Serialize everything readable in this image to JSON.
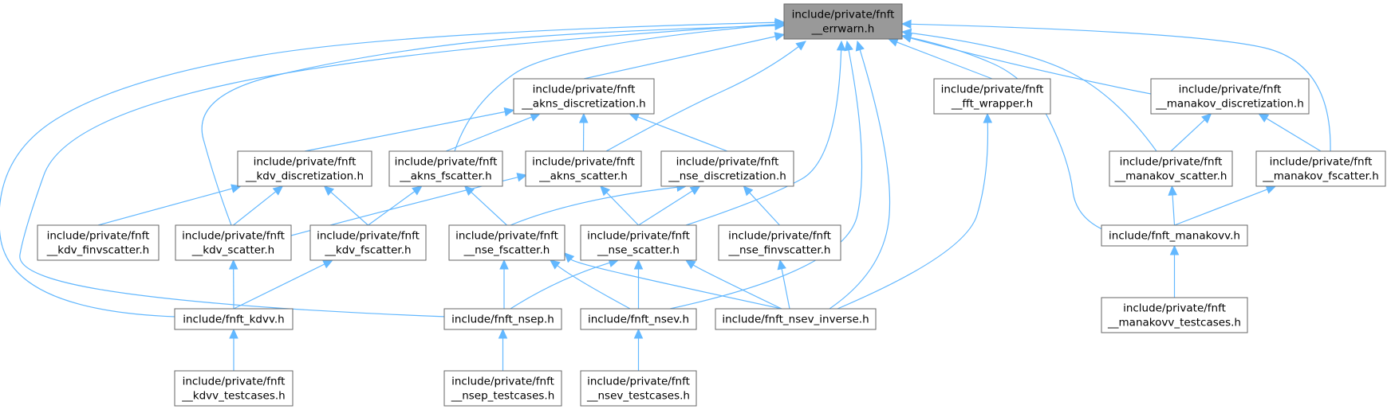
{
  "graph": {
    "colors": {
      "edge": "#63b8ff",
      "node_border": "#666666",
      "root_fill": "#999999",
      "node_fill": "#ffffff"
    },
    "nodes": [
      {
        "id": "errwarn",
        "lines": [
          "include/private/fnft",
          "__errwarn.h"
        ],
        "root": true
      },
      {
        "id": "akns_disc",
        "lines": [
          "include/private/fnft",
          "__akns_discretization.h"
        ]
      },
      {
        "id": "fft_wrapper",
        "lines": [
          "include/private/fnft",
          "__fft_wrapper.h"
        ]
      },
      {
        "id": "manakov_disc",
        "lines": [
          "include/private/fnft",
          "__manakov_discretization.h"
        ]
      },
      {
        "id": "kdv_disc",
        "lines": [
          "include/private/fnft",
          "__kdv_discretization.h"
        ]
      },
      {
        "id": "akns_fscatter",
        "lines": [
          "include/private/fnft",
          "__akns_fscatter.h"
        ]
      },
      {
        "id": "akns_scatter",
        "lines": [
          "include/private/fnft",
          "__akns_scatter.h"
        ]
      },
      {
        "id": "nse_disc",
        "lines": [
          "include/private/fnft",
          "__nse_discretization.h"
        ]
      },
      {
        "id": "manakov_scatter",
        "lines": [
          "include/private/fnft",
          "__manakov_scatter.h"
        ]
      },
      {
        "id": "manakov_fscatter",
        "lines": [
          "include/private/fnft",
          "__manakov_fscatter.h"
        ]
      },
      {
        "id": "kdv_finvscatter",
        "lines": [
          "include/private/fnft",
          "__kdv_finvscatter.h"
        ]
      },
      {
        "id": "kdv_scatter",
        "lines": [
          "include/private/fnft",
          "__kdv_scatter.h"
        ]
      },
      {
        "id": "kdv_fscatter",
        "lines": [
          "include/private/fnft",
          "__kdv_fscatter.h"
        ]
      },
      {
        "id": "nse_fscatter",
        "lines": [
          "include/private/fnft",
          "__nse_fscatter.h"
        ]
      },
      {
        "id": "nse_scatter",
        "lines": [
          "include/private/fnft",
          "__nse_scatter.h"
        ]
      },
      {
        "id": "nse_finvscatter",
        "lines": [
          "include/private/fnft",
          "__nse_finvscatter.h"
        ]
      },
      {
        "id": "manakovv",
        "lines": [
          "include/fnft_manakovv.h"
        ]
      },
      {
        "id": "kdvv",
        "lines": [
          "include/fnft_kdvv.h"
        ]
      },
      {
        "id": "nsep",
        "lines": [
          "include/fnft_nsep.h"
        ]
      },
      {
        "id": "nsev",
        "lines": [
          "include/fnft_nsev.h"
        ]
      },
      {
        "id": "nsev_inverse",
        "lines": [
          "include/fnft_nsev_inverse.h"
        ]
      },
      {
        "id": "manakovv_testcases",
        "lines": [
          "include/private/fnft",
          "__manakovv_testcases.h"
        ]
      },
      {
        "id": "kdvv_testcases",
        "lines": [
          "include/private/fnft",
          "__kdvv_testcases.h"
        ]
      },
      {
        "id": "nsep_testcases",
        "lines": [
          "include/private/fnft",
          "__nsep_testcases.h"
        ]
      },
      {
        "id": "nsev_testcases",
        "lines": [
          "include/private/fnft",
          "__nsev_testcases.h"
        ]
      }
    ],
    "edges": [
      {
        "from": "akns_disc",
        "to": "errwarn"
      },
      {
        "from": "fft_wrapper",
        "to": "errwarn"
      },
      {
        "from": "manakov_disc",
        "to": "errwarn"
      },
      {
        "from": "akns_fscatter",
        "to": "errwarn"
      },
      {
        "from": "akns_scatter",
        "to": "errwarn"
      },
      {
        "from": "manakov_scatter",
        "to": "errwarn"
      },
      {
        "from": "manakov_fscatter",
        "to": "errwarn"
      },
      {
        "from": "kdv_scatter",
        "to": "errwarn"
      },
      {
        "from": "nse_scatter",
        "to": "errwarn"
      },
      {
        "from": "manakovv",
        "to": "errwarn"
      },
      {
        "from": "kdvv",
        "to": "errwarn"
      },
      {
        "from": "nsep",
        "to": "errwarn"
      },
      {
        "from": "nsev",
        "to": "errwarn"
      },
      {
        "from": "nsev_inverse",
        "to": "errwarn"
      },
      {
        "from": "kdv_disc",
        "to": "akns_disc"
      },
      {
        "from": "akns_fscatter",
        "to": "akns_disc"
      },
      {
        "from": "akns_scatter",
        "to": "akns_disc"
      },
      {
        "from": "nse_disc",
        "to": "akns_disc"
      },
      {
        "from": "manakov_scatter",
        "to": "manakov_disc"
      },
      {
        "from": "manakov_fscatter",
        "to": "manakov_disc"
      },
      {
        "from": "nsev_inverse",
        "to": "fft_wrapper"
      },
      {
        "from": "kdv_finvscatter",
        "to": "kdv_disc"
      },
      {
        "from": "kdv_scatter",
        "to": "kdv_disc"
      },
      {
        "from": "kdv_fscatter",
        "to": "kdv_disc"
      },
      {
        "from": "kdv_fscatter",
        "to": "akns_fscatter"
      },
      {
        "from": "nse_fscatter",
        "to": "akns_fscatter"
      },
      {
        "from": "kdv_scatter",
        "to": "akns_scatter"
      },
      {
        "from": "nse_scatter",
        "to": "akns_scatter"
      },
      {
        "from": "nse_fscatter",
        "to": "nse_disc"
      },
      {
        "from": "nse_scatter",
        "to": "nse_disc"
      },
      {
        "from": "nse_finvscatter",
        "to": "nse_disc"
      },
      {
        "from": "manakovv",
        "to": "manakov_scatter"
      },
      {
        "from": "manakovv",
        "to": "manakov_fscatter"
      },
      {
        "from": "kdvv",
        "to": "kdv_scatter"
      },
      {
        "from": "kdvv",
        "to": "kdv_fscatter"
      },
      {
        "from": "nsep",
        "to": "nse_fscatter"
      },
      {
        "from": "nsev",
        "to": "nse_fscatter"
      },
      {
        "from": "nsev_inverse",
        "to": "nse_fscatter"
      },
      {
        "from": "nsep",
        "to": "nse_scatter"
      },
      {
        "from": "nsev",
        "to": "nse_scatter"
      },
      {
        "from": "nsev_inverse",
        "to": "nse_scatter"
      },
      {
        "from": "nsev_inverse",
        "to": "nse_finvscatter"
      },
      {
        "from": "manakovv_testcases",
        "to": "manakovv"
      },
      {
        "from": "kdvv_testcases",
        "to": "kdvv"
      },
      {
        "from": "nsep_testcases",
        "to": "nsep"
      },
      {
        "from": "nsev_testcases",
        "to": "nsev"
      }
    ]
  }
}
